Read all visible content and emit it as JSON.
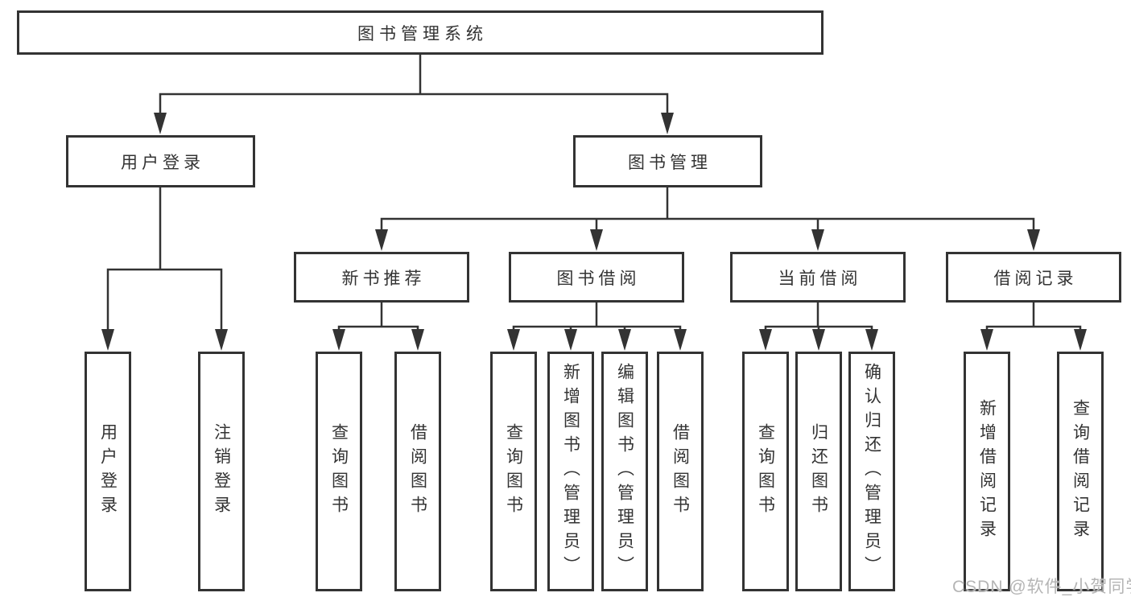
{
  "diagram_type": "hierarchy-tree",
  "colors": {
    "line": "#333333",
    "border": "#333333",
    "text": "#333333",
    "node_fill": "#ffffff",
    "background": "#ffffff",
    "watermark": "#b5b5b5"
  },
  "tree": {
    "root": {
      "label": "图书管理系统",
      "children": [
        {
          "label": "用户登录",
          "children": [
            {
              "label": "用户登录"
            },
            {
              "label": "注销登录"
            }
          ]
        },
        {
          "label": "图书管理",
          "children": [
            {
              "label": "新书推荐",
              "children": [
                {
                  "label": "查询图书"
                },
                {
                  "label": "借阅图书"
                }
              ]
            },
            {
              "label": "图书借阅",
              "children": [
                {
                  "label": "查询图书"
                },
                {
                  "label": "新增图书（管理员）"
                },
                {
                  "label": "编辑图书（管理员）"
                },
                {
                  "label": "借阅图书"
                }
              ]
            },
            {
              "label": "当前借阅",
              "children": [
                {
                  "label": "查询图书"
                },
                {
                  "label": "归还图书"
                },
                {
                  "label": "确认归还（管理员）"
                }
              ]
            },
            {
              "label": "借阅记录",
              "children": [
                {
                  "label": "新增借阅记录"
                },
                {
                  "label": "查询借阅记录"
                }
              ]
            }
          ]
        }
      ]
    }
  },
  "watermark": "CSDN @软件_小贺同学"
}
